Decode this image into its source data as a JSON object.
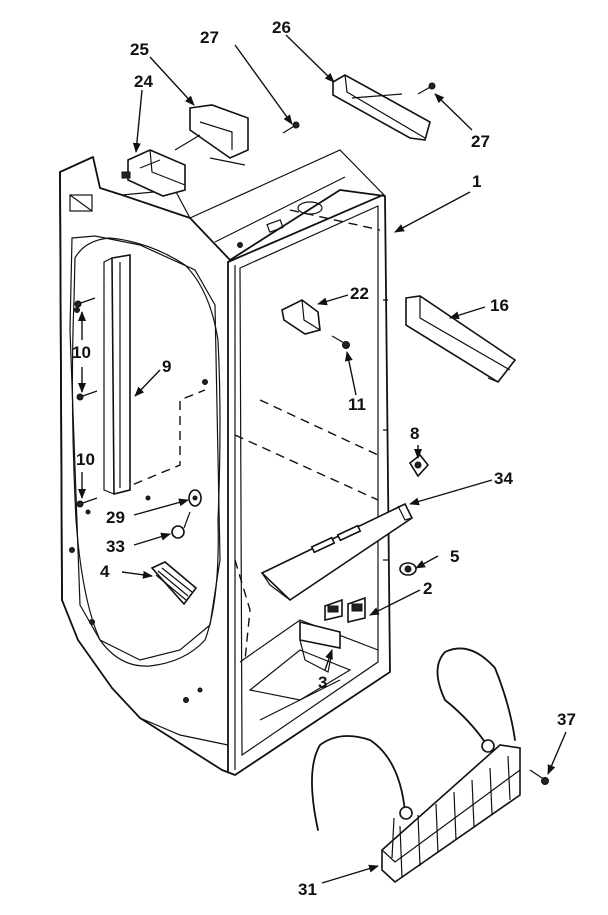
{
  "diagram": {
    "callouts": [
      "1",
      "2",
      "3",
      "4",
      "5",
      "8",
      "9",
      "10",
      "10",
      "11",
      "16",
      "22",
      "24",
      "25",
      "26",
      "27",
      "27",
      "29",
      "31",
      "33",
      "34",
      "37"
    ]
  }
}
